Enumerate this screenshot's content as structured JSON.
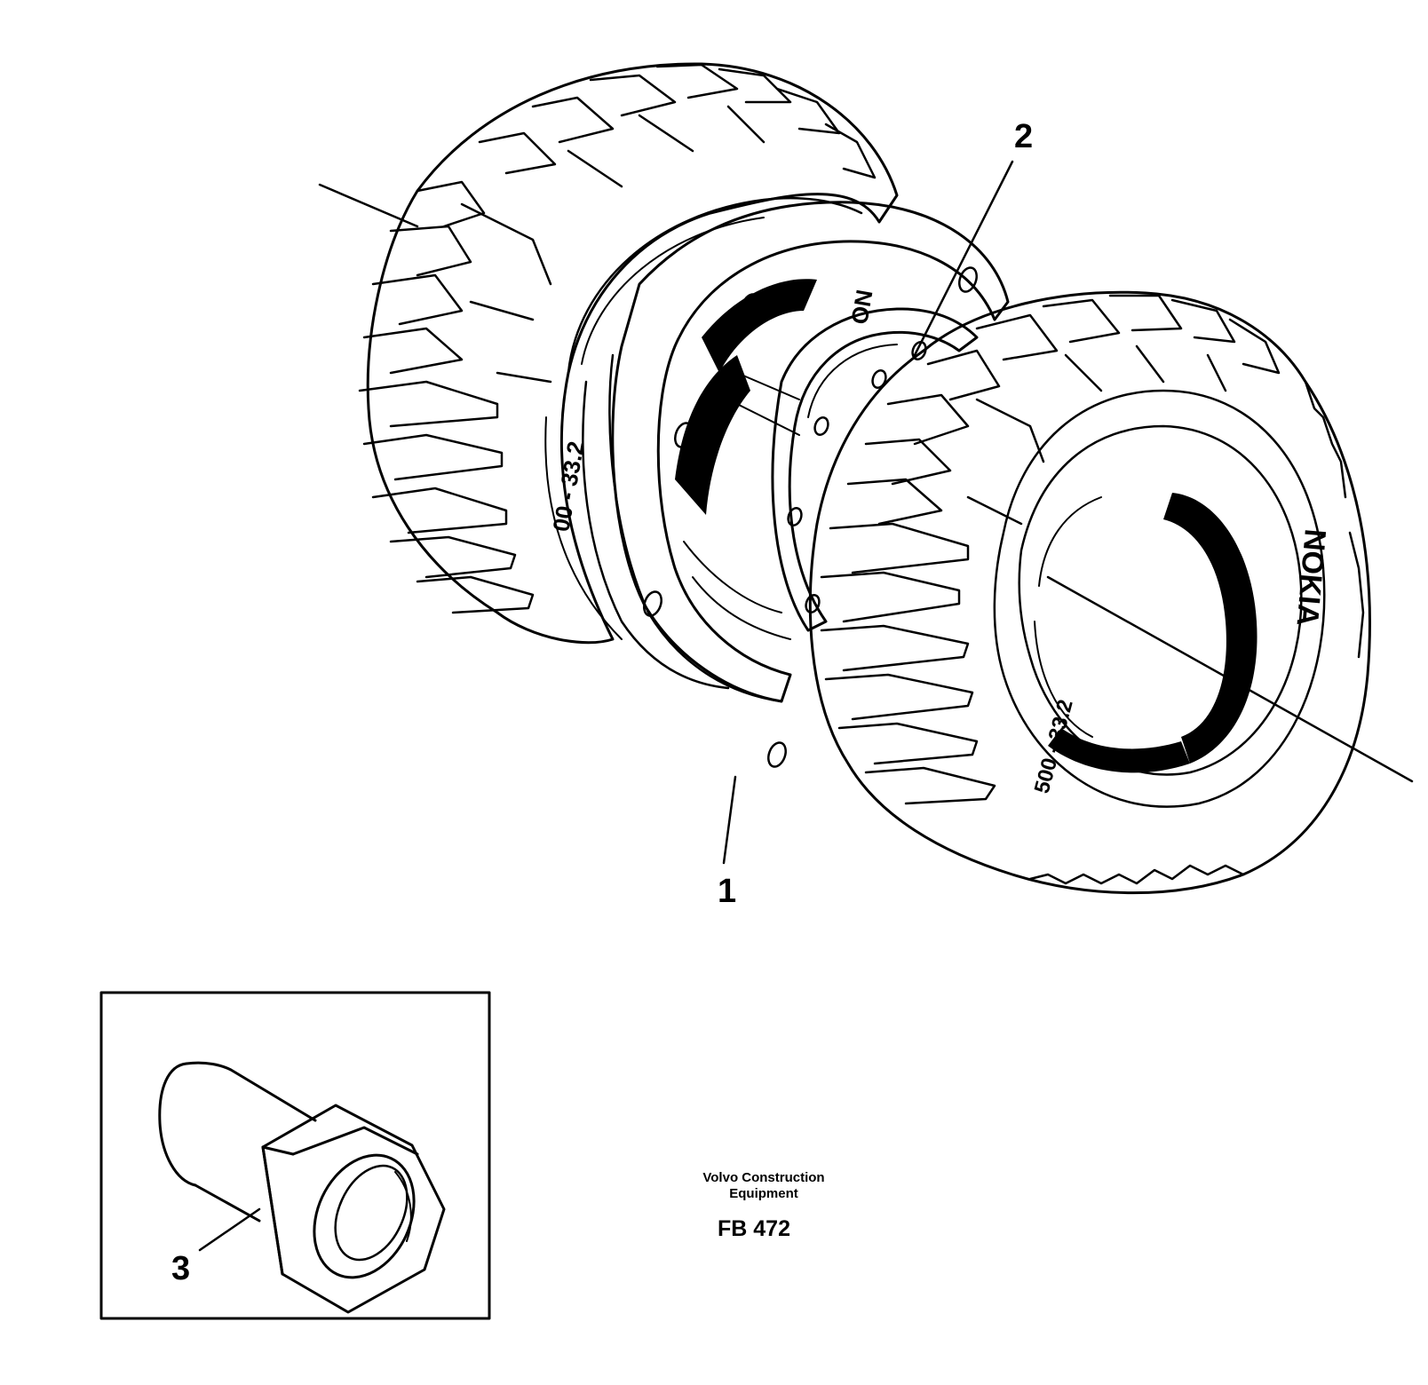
{
  "callouts": [
    {
      "id": "1",
      "label": "1"
    },
    {
      "id": "2",
      "label": "2"
    },
    {
      "id": "3",
      "label": "3"
    }
  ],
  "publisher": {
    "line1": "Volvo Construction",
    "line2": "Equipment"
  },
  "figure_code": "FB 472",
  "tyre": {
    "brand": "NOKIA",
    "size_front": "500 - 33.2",
    "size_rear": "00 - 33.2",
    "partial_brand": "NO"
  }
}
